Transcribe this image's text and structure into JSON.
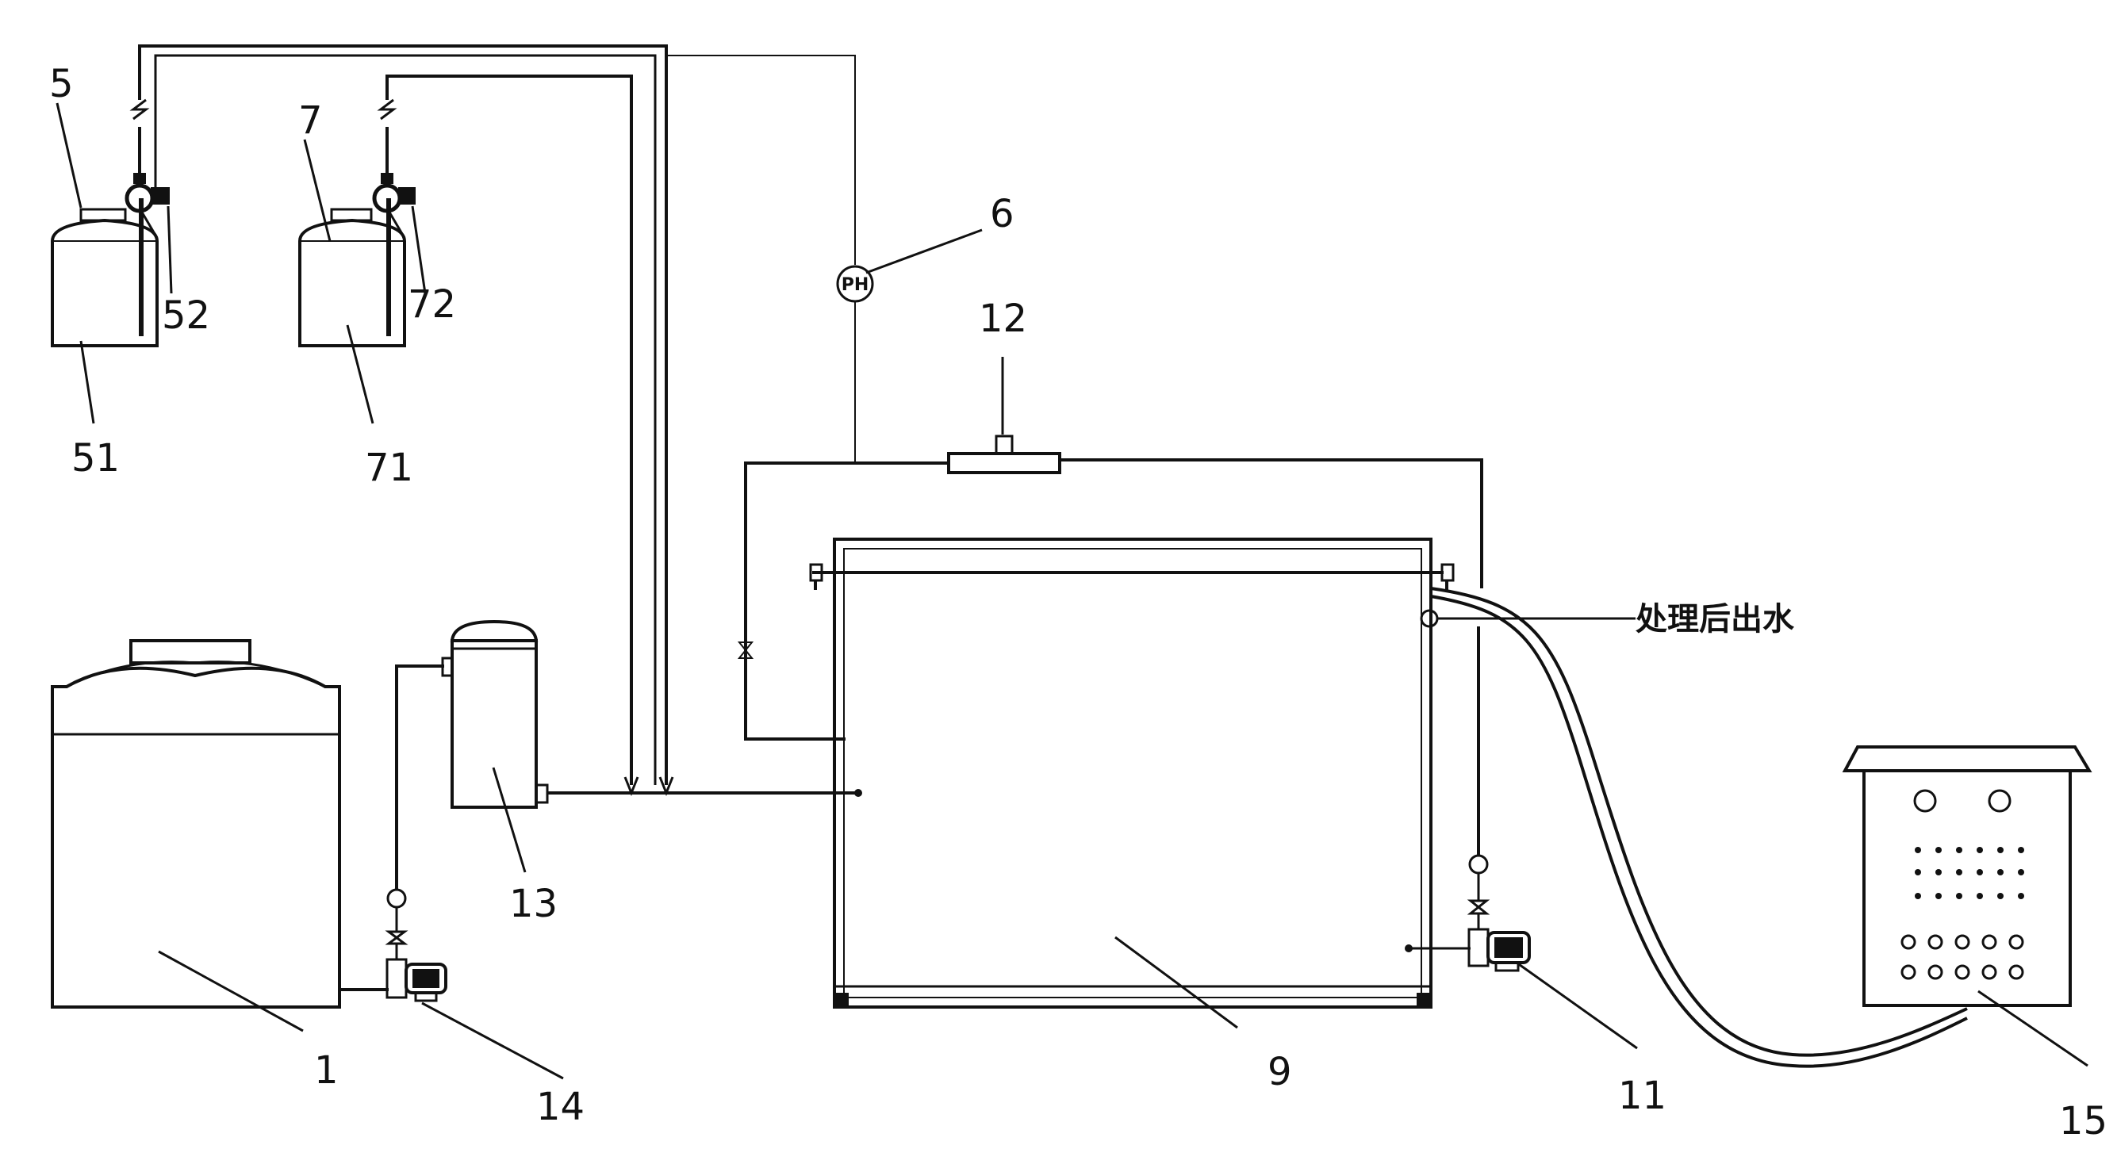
{
  "labels": {
    "l1": "1",
    "l5": "5",
    "l51": "51",
    "l52": "52",
    "l6": "6",
    "l7": "7",
    "l71": "71",
    "l72": "72",
    "l9": "9",
    "l11": "11",
    "l12": "12",
    "l13": "13",
    "l14": "14",
    "l15": "15"
  },
  "outlet_text": "处理后出水",
  "ph_text": "PH",
  "colors": {
    "line": "#111111",
    "background": "#ffffff"
  }
}
